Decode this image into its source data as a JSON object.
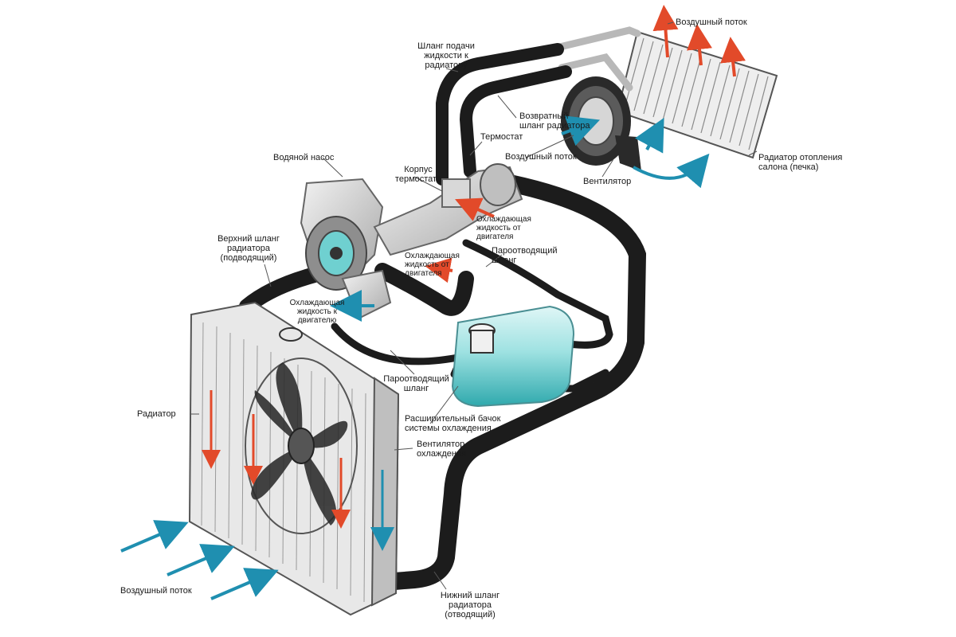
{
  "labels": {
    "air_flow_top": "Воздушный поток",
    "heater_feed_hose": [
      "Шланг подачи",
      "жидкости к",
      "радиатору"
    ],
    "heater_return_hose": [
      "Возвратный",
      "шланг радиатора"
    ],
    "thermostat": "Термостат",
    "air_flow_heater": "Воздушный поток",
    "heater_fan": "Вентилятор",
    "heater_core": [
      "Радиатор отопления",
      "салона (печка)"
    ],
    "water_pump": "Водяной насос",
    "thermostat_housing": [
      "Корпус",
      "термостата"
    ],
    "coolant_from_engine_1": [
      "Охлаждающая",
      "жидкость от",
      "двигателя"
    ],
    "coolant_from_engine_2": [
      "Охлаждающая",
      "жидкость от",
      "двигателя"
    ],
    "upper_hose": [
      "Верхний шланг",
      "радиатора",
      "(подводящий)"
    ],
    "steam_hose_1": [
      "Пароотводящий",
      "шланг"
    ],
    "coolant_to_engine": [
      "Охлаждающая",
      "жидкость к",
      "двигателю"
    ],
    "steam_hose_2": [
      "Пароотводящий",
      "шланг"
    ],
    "radiator": "Радиатор",
    "expansion_tank": [
      "Расширительный бачок",
      "системы охлаждения"
    ],
    "cooling_fan": [
      "Вентилятор",
      "охлаждения"
    ],
    "lower_hose": [
      "Нижний шланг",
      "радиатора",
      "(отводящий)"
    ],
    "air_flow_bottom": "Воздушный поток"
  },
  "colors": {
    "hose": "#1c1c1c",
    "coolant": "#3fb8b8",
    "hot_arrow": "#e24a2a",
    "cool_arrow": "#1f8fb0",
    "metal": "#c9c9c9"
  }
}
